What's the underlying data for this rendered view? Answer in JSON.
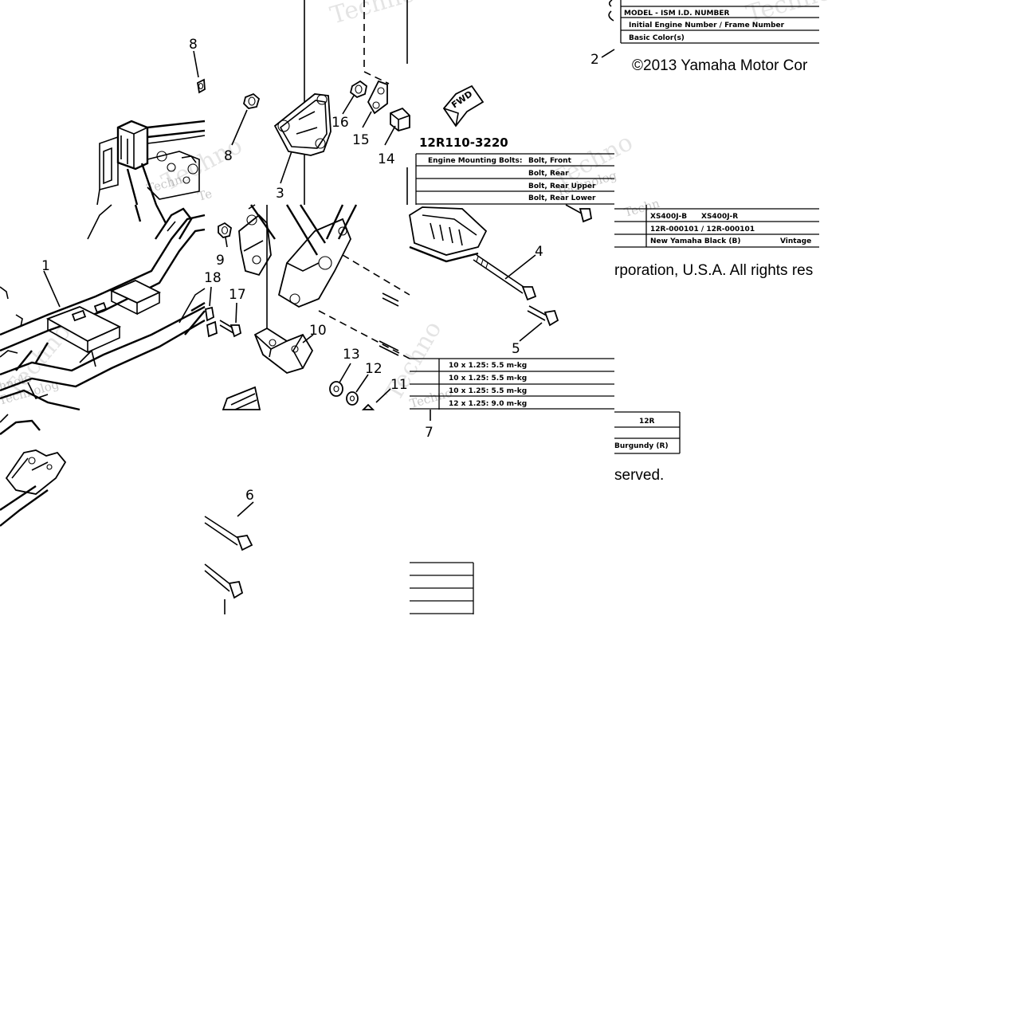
{
  "callouts": [
    "1",
    "2",
    "3",
    "4",
    "5",
    "6",
    "7",
    "8",
    "8",
    "9",
    "10",
    "11",
    "12",
    "13",
    "14",
    "15",
    "16",
    "17",
    "18"
  ],
  "part_code": "12R110-3220",
  "fwd_label": "FWD",
  "torque_table": {
    "header": "Engine Mounting Bolts:",
    "rows": [
      {
        "name": "Bolt, Front",
        "spec": "10 x 1.25: 5.5 m-kg"
      },
      {
        "name": "Bolt, Rear",
        "spec": "10 x 1.25: 5.5 m-kg"
      },
      {
        "name": "Bolt, Rear Upper",
        "spec": "10 x 1.25: 5.5 m-kg"
      },
      {
        "name": "Bolt, Rear Lower",
        "spec": "12 x 1.25: 9.0 m-kg"
      }
    ]
  },
  "model_table": {
    "header": "MODEL - ISM I.D. NUMBER",
    "row_engine_label": "Initial Engine Number / Frame Number",
    "row_color_label": "Basic Color(s)",
    "model_b": "XS400J-B",
    "model_r": "XS400J-R",
    "id_numbers": "12R-000101 / 12R-000101",
    "color_b": "New Yamaha Black (B)",
    "color_vintage": "Vintage",
    "code": "12R",
    "color_r": "Burgundy (R)"
  },
  "copyright": {
    "part1": "©2013 Yamaha Motor Cor",
    "part2": "rporation, U.S.A. All rights res",
    "part3": "served."
  },
  "watermarks": [
    "Techno",
    "Techno",
    "Techno",
    "Techno",
    "Technolog",
    "Technolog",
    "Techn",
    "Techno",
    "Techn",
    "Te",
    "hnolo",
    "Techno",
    "Techno"
  ]
}
